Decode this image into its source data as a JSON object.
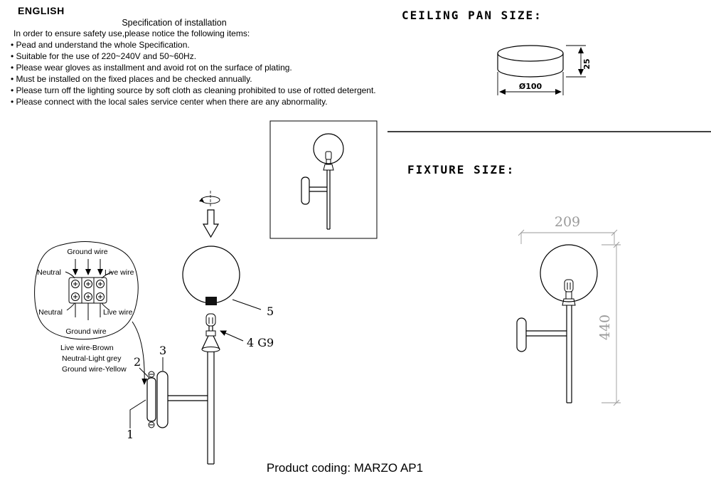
{
  "header": {
    "language": "ENGLISH"
  },
  "spec": {
    "title": "Specification of installation",
    "intro": "In order to ensure safety use,please notice the following items:",
    "items": [
      "• Pead and understand the whole Specification.",
      "• Suitable for the use of 220~240V and 50~60Hz.",
      "• Please wear gloves as installment and avoid rot on the surface of plating.",
      "• Must be installed on the fixed places and be checked annually.",
      "• Please turn off the lighting source by soft cloth as cleaning prohibited to use of rotted detergent.",
      "• Please connect with the local sales service center when there are any abnormality."
    ]
  },
  "ceiling_pan": {
    "title": "CEILING PAN SIZE:",
    "height": "25",
    "diameter": "Ø100"
  },
  "fixture": {
    "title": "FIXTURE SIZE:",
    "width": "209",
    "height": "440"
  },
  "wiring": {
    "ground_top": "Ground wire",
    "neutral_top": "Neutral",
    "live_top": "Live wire",
    "neutral_bottom": "Neutral",
    "live_bottom": "Live wire",
    "ground_bottom": "Ground wire",
    "legend": [
      "Live wire-Brown",
      "Neutral-Light grey",
      "Ground wire-Yellow"
    ]
  },
  "parts": {
    "p1": "1",
    "p2": "2",
    "p3": "3",
    "p4": "4 G9",
    "p5": "5"
  },
  "footer": {
    "product_coding": "Product coding: MARZO AP1"
  }
}
